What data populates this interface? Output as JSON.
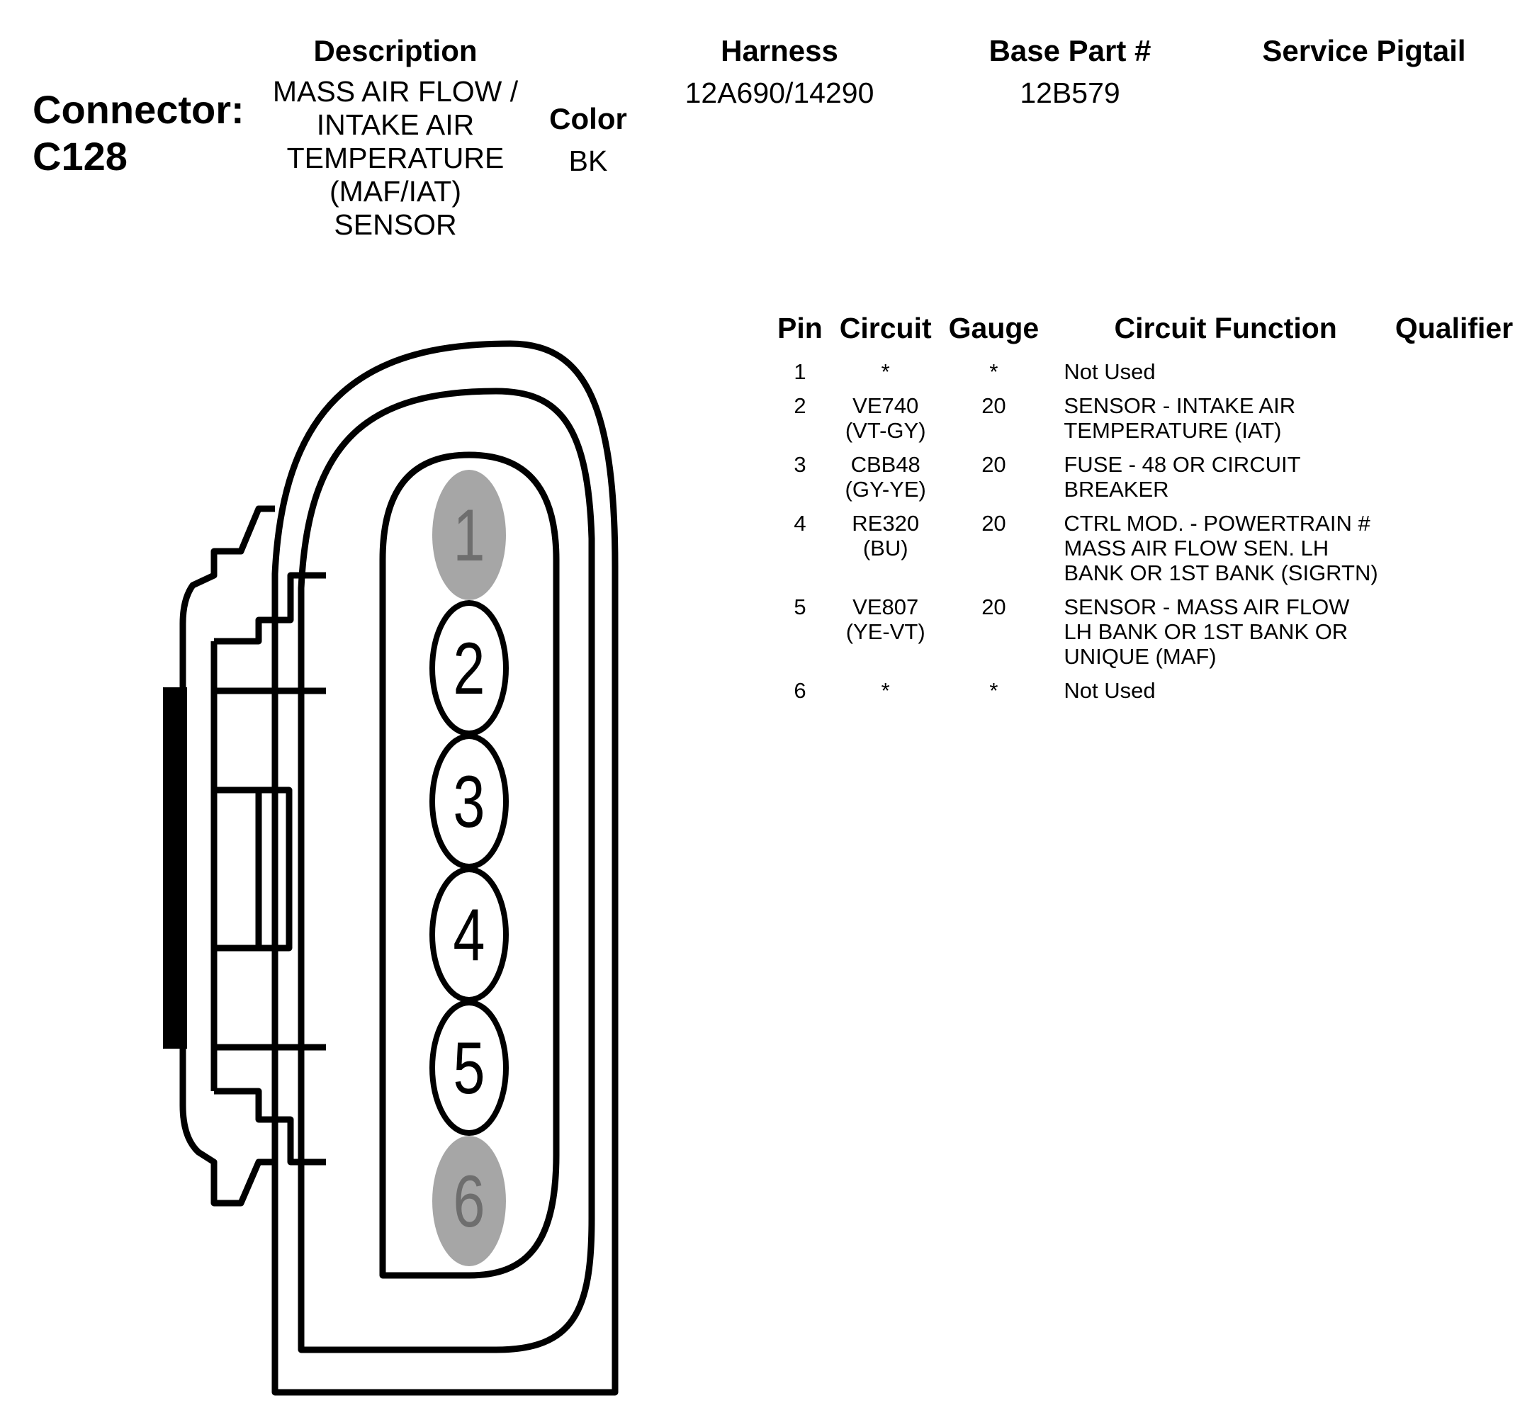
{
  "header": {
    "connector_label": "Connector:",
    "connector_id": "C128",
    "description_label": "Description",
    "description": "MASS AIR FLOW /\nINTAKE AIR\nTEMPERATURE\n(MAF/IAT)\nSENSOR",
    "color_label": "Color",
    "color": "BK",
    "harness_label": "Harness",
    "harness": "12A690/14290",
    "base_part_label": "Base Part #",
    "base_part": "12B579",
    "service_pigtail_label": "Service Pigtail",
    "service_pigtail": ""
  },
  "pin_table": {
    "columns": [
      "Pin",
      "Circuit",
      "Gauge",
      "Circuit Function",
      "Qualifier"
    ],
    "rows": [
      {
        "pin": "1",
        "circuit": "*",
        "gauge": "*",
        "function": "Not Used",
        "qualifier": ""
      },
      {
        "pin": "2",
        "circuit": "VE740\n(VT-GY)",
        "gauge": "20",
        "function": "SENSOR - INTAKE AIR\nTEMPERATURE (IAT)",
        "qualifier": ""
      },
      {
        "pin": "3",
        "circuit": "CBB48\n(GY-YE)",
        "gauge": "20",
        "function": "FUSE - 48 OR CIRCUIT\nBREAKER",
        "qualifier": ""
      },
      {
        "pin": "4",
        "circuit": "RE320\n(BU)",
        "gauge": "20",
        "function": "CTRL MOD. - POWERTRAIN #\nMASS AIR FLOW SEN. LH\nBANK OR 1ST BANK (SIGRTN)",
        "qualifier": ""
      },
      {
        "pin": "5",
        "circuit": "VE807\n(YE-VT)",
        "gauge": "20",
        "function": "SENSOR - MASS AIR FLOW\nLH BANK OR 1ST BANK OR\nUNIQUE (MAF)",
        "qualifier": ""
      },
      {
        "pin": "6",
        "circuit": "*",
        "gauge": "*",
        "function": "Not Used",
        "qualifier": ""
      }
    ]
  },
  "connector_pins": [
    {
      "label": "1",
      "used": false
    },
    {
      "label": "2",
      "used": true
    },
    {
      "label": "3",
      "used": true
    },
    {
      "label": "4",
      "used": true
    },
    {
      "label": "5",
      "used": true
    },
    {
      "label": "6",
      "used": false
    }
  ],
  "colors": {
    "line": "#000000",
    "unused_pin_fill": "#a6a6a6",
    "unused_pin_text": "#6e6e6e",
    "used_pin_fill": "#ffffff"
  }
}
